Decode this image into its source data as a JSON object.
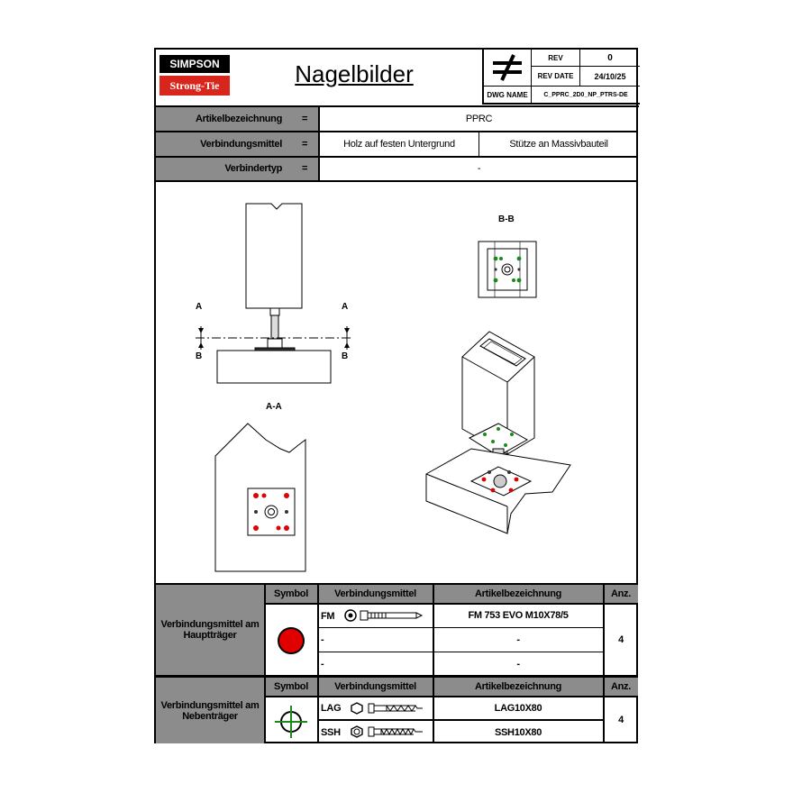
{
  "header": {
    "brand_top": "SIMPSON",
    "brand_bottom": "Strong-Tie",
    "title": "Nagelbilder",
    "rev_label": "REV",
    "rev_value": "0",
    "rev_date_label": "REV DATE",
    "rev_date_value": "24/10/25",
    "dwg_name_label": "DWG NAME",
    "dwg_name_value": "C_PPRC_2D0_NP_PTRS-DE"
  },
  "info": {
    "rows": [
      {
        "label": "Artikelbezeichnung",
        "eq": "=",
        "value": "PPRC"
      },
      {
        "label": "Verbindungsmittel",
        "eq": "=",
        "value_left": "Holz auf festen Untergrund",
        "value_right": "Stütze an Massivbauteil"
      },
      {
        "label": "Verbindertyp",
        "eq": "=",
        "value": "-"
      }
    ]
  },
  "drawing": {
    "section_bb": "B-B",
    "section_aa": "A-A",
    "marker_a": "A",
    "marker_b": "B"
  },
  "table1": {
    "row_label": "Verbindungsmittel am Hauptträger",
    "headers": {
      "symbol": "Symbol",
      "fastener": "Verbindungsmittel",
      "article": "Artikelbezeichnung",
      "qty": "Anz."
    },
    "rows": [
      {
        "fastener": "FM",
        "article": "FM 753 EVO M10X78/5"
      },
      {
        "fastener": "-",
        "article": "-"
      },
      {
        "fastener": "-",
        "article": "-"
      }
    ],
    "qty": "4",
    "symbol_color": "#e00000"
  },
  "table2": {
    "row_label": "Verbindungsmittel am Nebenträger",
    "headers": {
      "symbol": "Symbol",
      "fastener": "Verbindungsmittel",
      "article": "Artikelbezeichnung",
      "qty": "Anz."
    },
    "rows": [
      {
        "fastener": "LAG",
        "article": "LAG10X80"
      },
      {
        "fastener": "SSH",
        "article": "SSH10X80"
      }
    ],
    "qty": "4",
    "symbol_color": "#1a8a1a"
  },
  "colors": {
    "header_gray": "#8c8c8c",
    "brand_red": "#d9261c",
    "red_fastener": "#e00000",
    "green_fastener": "#1a8a1a"
  }
}
